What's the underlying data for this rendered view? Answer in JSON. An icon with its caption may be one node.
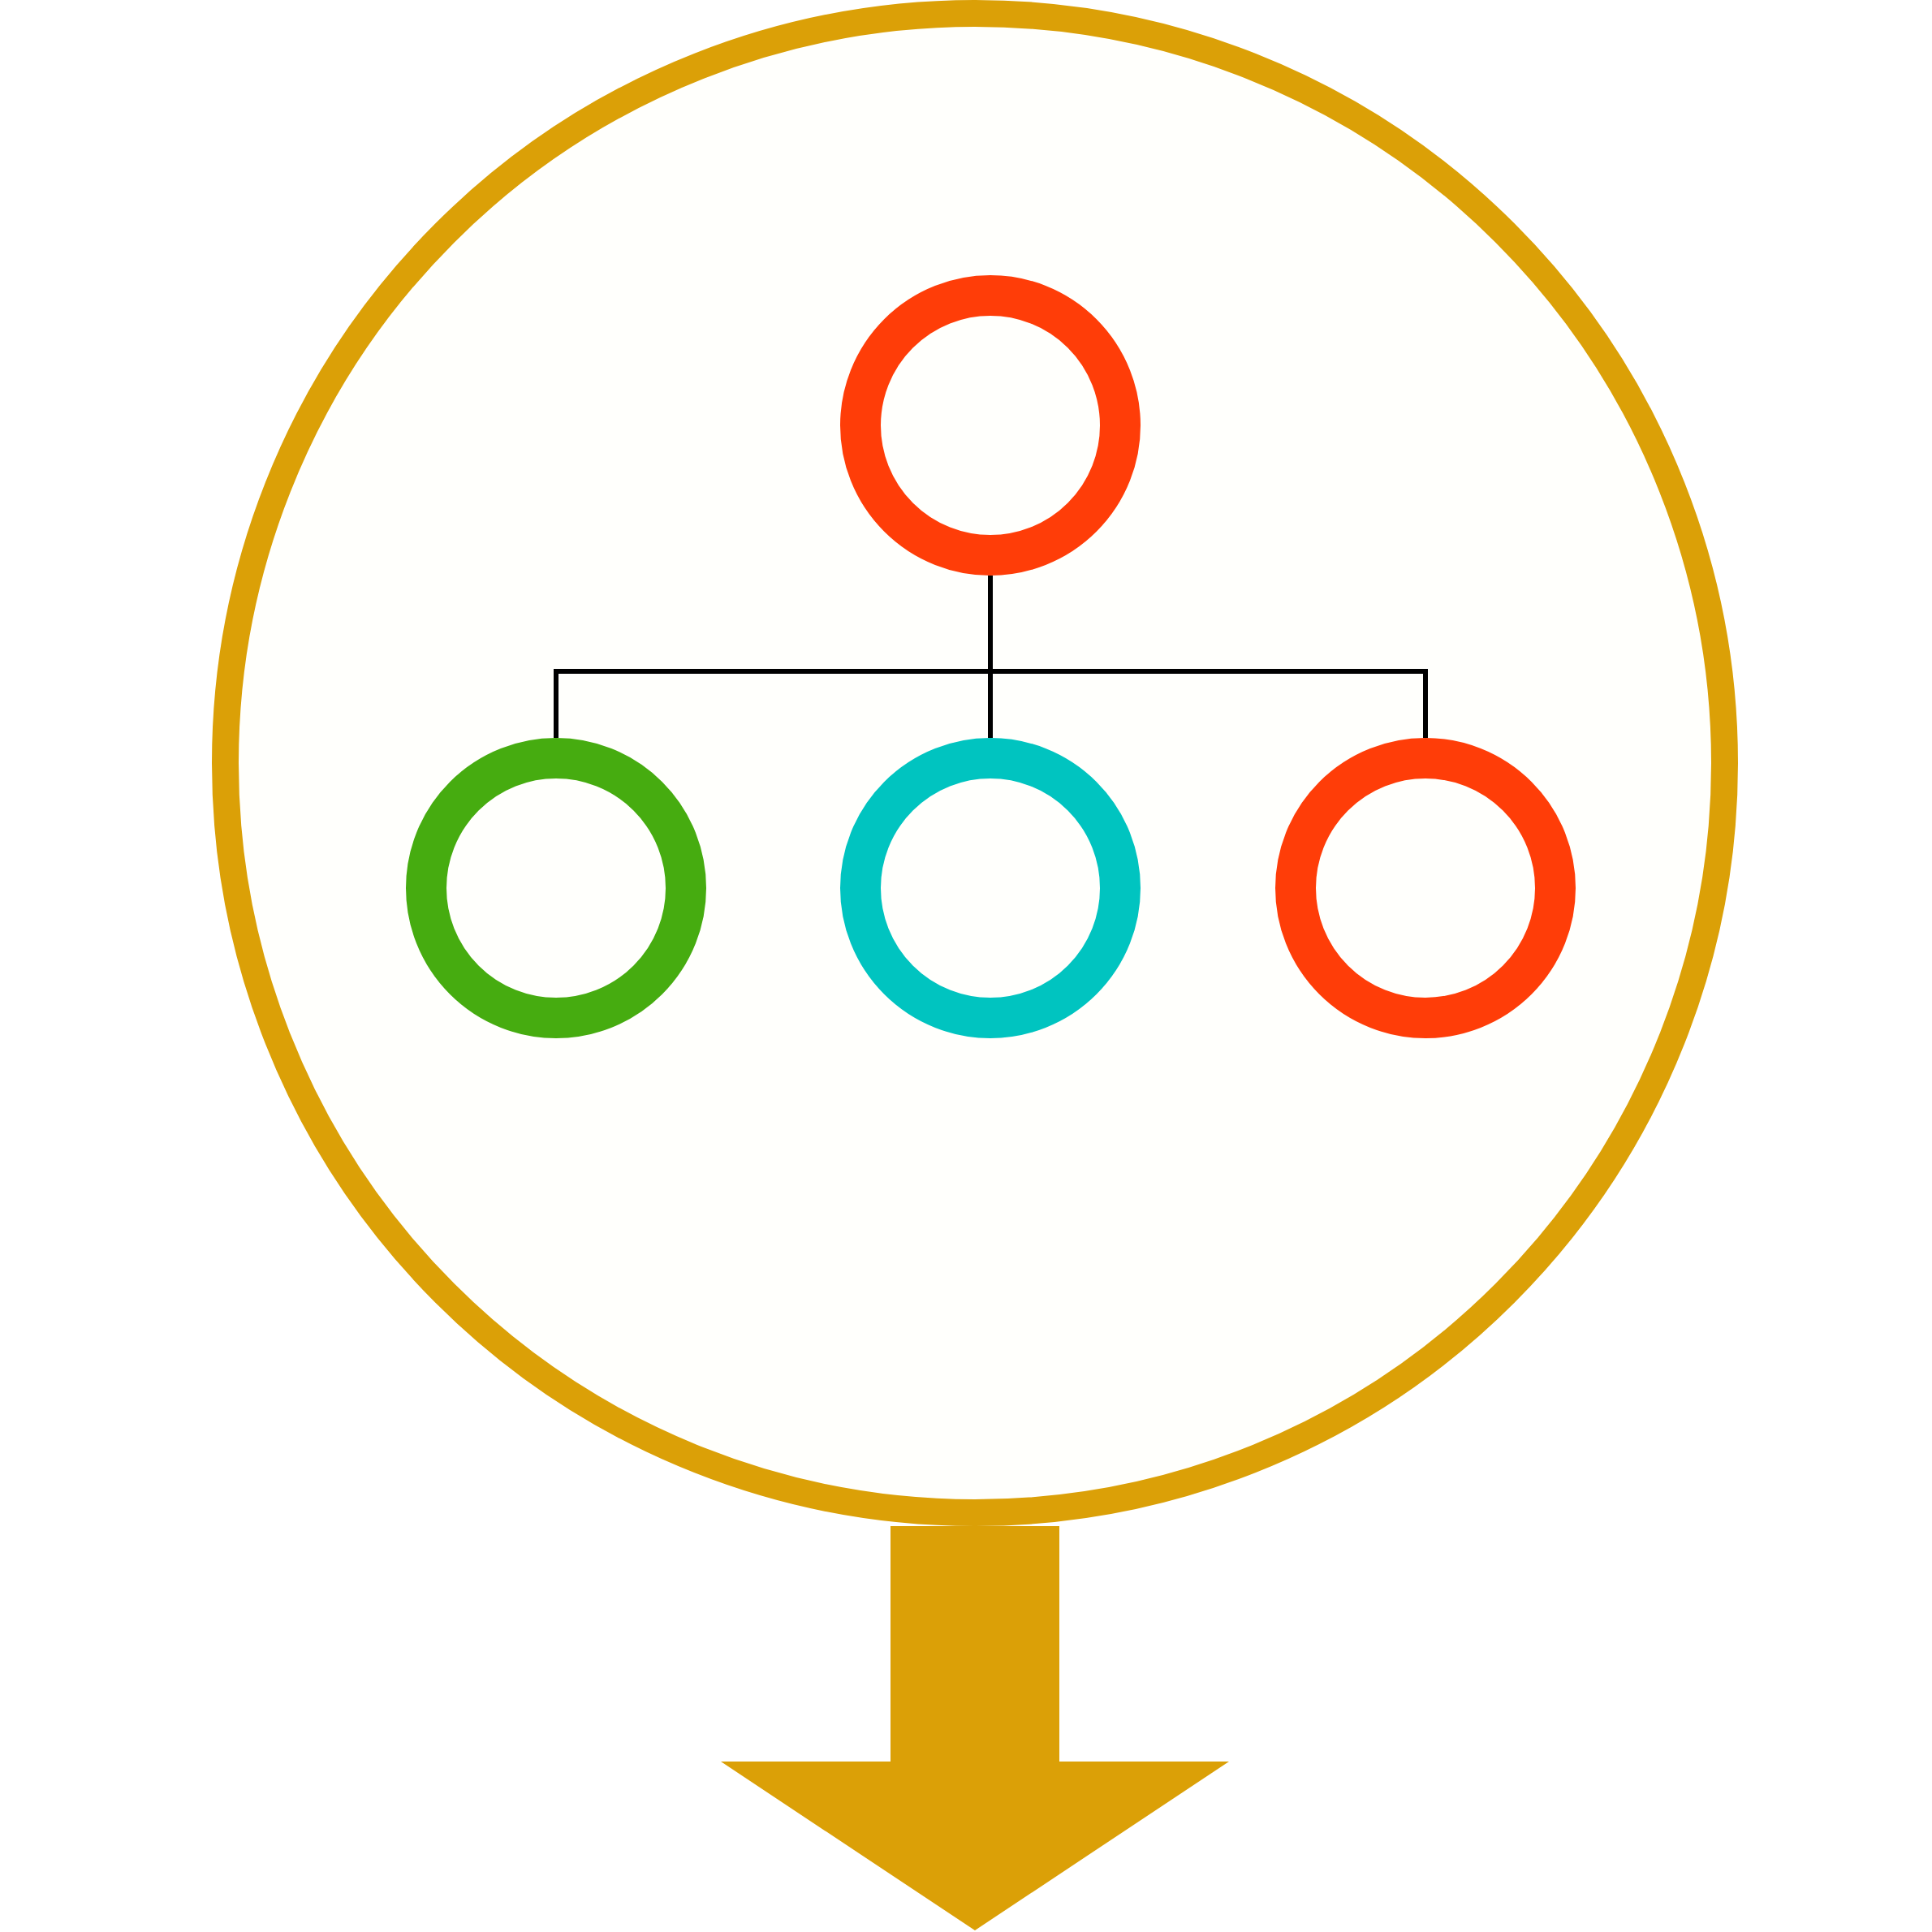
{
  "diagram": {
    "nodes": [
      {
        "text": [],
        "shape": "circle"
      },
      {
        "text": [],
        "shape": "circle",
        "in": 0
      },
      {
        "text": [],
        "shape": "circle",
        "in": 0
      },
      {
        "text": [],
        "shape": "circle",
        "in": 0
      },
      {
        "text": [],
        "shape": "circle",
        "in": 0
      }
    ],
    "edges": [
      {
        "from": 1,
        "to": 2,
        "arrow": "none"
      },
      {
        "from": 1,
        "to": 3,
        "arrow": "none"
      },
      {
        "from": 1,
        "to": 4,
        "arrow": "none"
      },
      {
        "from": 0,
        "to": null,
        "arrow": "to",
        "style": "thick",
        "color": "#dba007"
      }
    ]
  }
}
